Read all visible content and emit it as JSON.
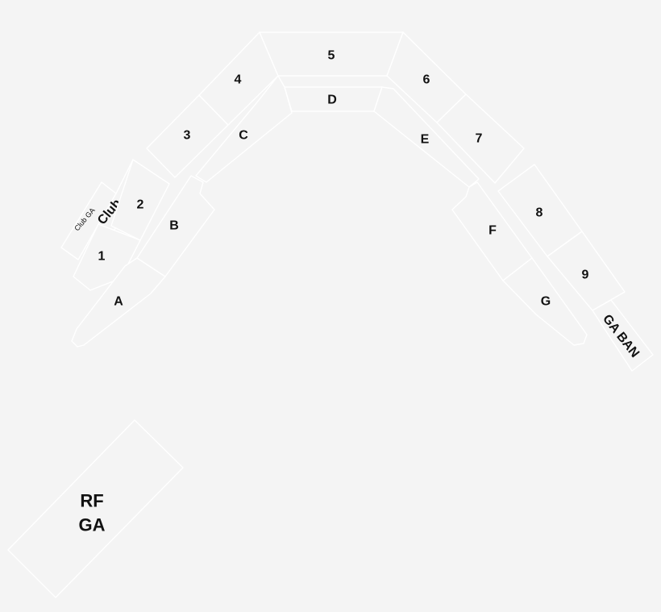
{
  "sections": {
    "s1": "1",
    "s2": "2",
    "s3": "3",
    "s4": "4",
    "s5": "5",
    "s6": "6",
    "s7": "7",
    "s8": "8",
    "s9": "9",
    "A": "A",
    "B": "B",
    "C": "C",
    "D": "D",
    "E": "E",
    "F": "F",
    "G": "G",
    "club": "Club",
    "club_ga": "Club GA",
    "ga_ban": "GA BAN",
    "rf_ga_line1": "RF",
    "rf_ga_line2": "GA"
  },
  "colors": {
    "background": "#f4f4f4",
    "outline": "#ffffff",
    "label": "#111111"
  }
}
